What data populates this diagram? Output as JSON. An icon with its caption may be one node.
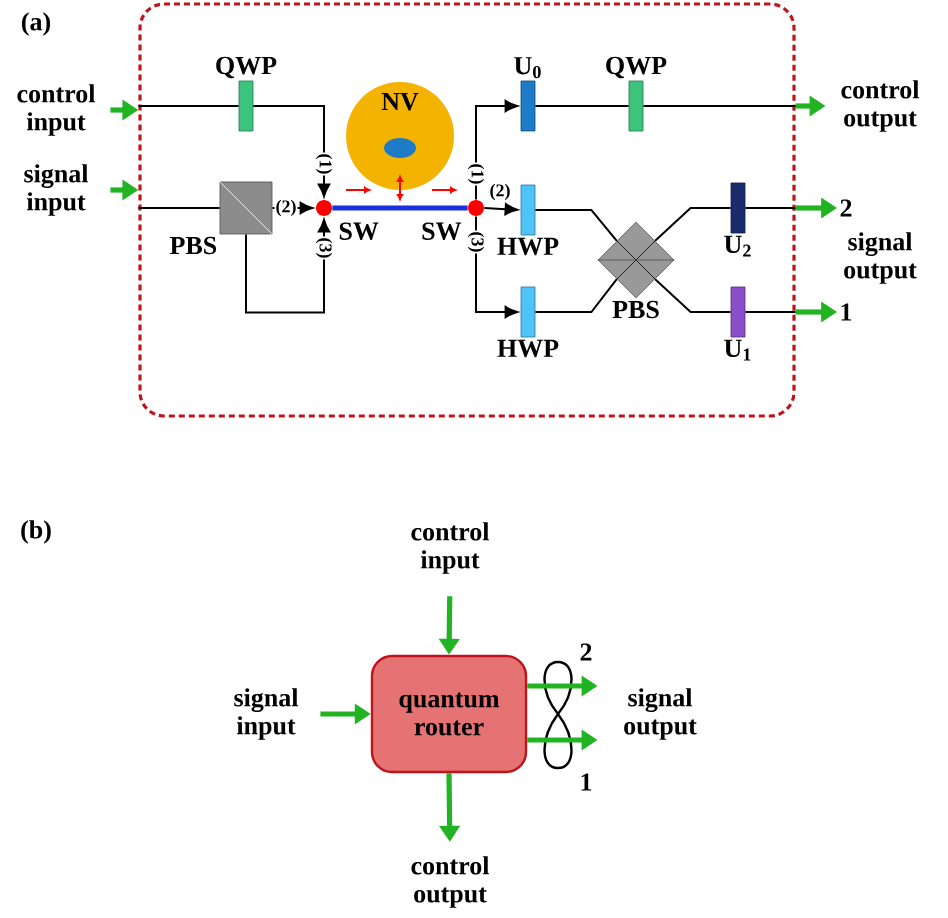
{
  "diagram": {
    "nodes": [
      {
        "text": [
          "control input"
        ]
      },
      {
        "text": [
          "signal input"
        ]
      },
      {
        "text": [],
        "shape": "box"
      },
      {
        "text": [
          "QWP"
        ],
        "in": 2
      },
      {
        "text": [
          "PBS"
        ],
        "in": 2
      },
      {
        "text": [
          "SW"
        ],
        "in": 2
      },
      {
        "text": [
          "NV"
        ],
        "in": 2
      },
      {
        "text": [
          "SW"
        ],
        "in": 2
      },
      {
        "text": [
          "U$_{0}$"
        ],
        "in": 2
      },
      {
        "text": [
          "QWP"
        ],
        "in": 2
      },
      {
        "text": [
          "HWP"
        ],
        "in": 2
      },
      {
        "text": [
          "HWP"
        ],
        "in": 2
      },
      {
        "text": [
          "PBS"
        ],
        "in": 2
      },
      {
        "text": [
          "U$_{2}$"
        ],
        "in": 2
      },
      {
        "text": [
          "U$_{1}$"
        ],
        "in": 2
      },
      {
        "text": [
          "control output"
        ]
      },
      {
        "text": [
          "2"
        ]
      },
      {
        "text": [
          "1"
        ]
      },
      {
        "text": [
          "control input"
        ]
      },
      {
        "text": [
          "signal input"
        ]
      },
      {
        "text": [
          "quantum router"
        ]
      },
      {
        "text": [
          "signal output"
        ]
      },
      {
        "text": [
          "control output"
        ]
      }
    ],
    "edges": [
      {
        "from": 0,
        "to": 2,
        "arrow": "to",
        "style": "thick",
        "color": "#22b322"
      },
      {
        "from": 1,
        "to": 2,
        "arrow": "to",
        "style": "thick",
        "color": "#22b322"
      },
      {
        "from": 2,
        "to": 3,
        "arrow": "none"
      },
      {
        "from": 3,
        "to": 5,
        "arrow": "to",
        "label": "(1)"
      },
      {
        "from": 2,
        "to": 4,
        "arrow": "none"
      },
      {
        "from": 4,
        "to": 5,
        "arrow": "to",
        "label": "(2)"
      },
      {
        "from": 4,
        "to": 5,
        "arrow": "to",
        "label": "(3)"
      },
      {
        "from": 5,
        "to": 7,
        "arrow": "none",
        "style": "thick",
        "color": "#1a2fe0"
      },
      {
        "from": 7,
        "to": 8,
        "arrow": "to",
        "label": "(1)"
      },
      {
        "from": 7,
        "to": 10,
        "arrow": "to",
        "label": "(2)"
      },
      {
        "from": 7,
        "to": 11,
        "arrow": "to",
        "label": "(3)"
      },
      {
        "from": 8,
        "to": 9,
        "arrow": "none"
      },
      {
        "from": 9,
        "to": 2,
        "arrow": "none"
      },
      {
        "from": 10,
        "to": 12,
        "arrow": "none"
      },
      {
        "from": 11,
        "to": 12,
        "arrow": "none"
      },
      {
        "from": 12,
        "to": 13,
        "arrow": "none"
      },
      {
        "from": 12,
        "to": 14,
        "arrow": "none"
      },
      {
        "from": 13,
        "to": 2,
        "arrow": "none"
      },
      {
        "from": 14,
        "to": 2,
        "arrow": "none"
      },
      {
        "from": 2,
        "to": 15,
        "arrow": "to",
        "style": "thick",
        "color": "#22b322"
      },
      {
        "from": 2,
        "to": 16,
        "arrow": "to",
        "style": "thick",
        "color": "#22b322"
      },
      {
        "from": 2,
        "to": 17,
        "arrow": "to",
        "style": "thick",
        "color": "#22b322"
      },
      {
        "from": 18,
        "to": 20,
        "arrow": "to",
        "style": "thick",
        "color": "#22b322"
      },
      {
        "from": 19,
        "to": 20,
        "arrow": "to",
        "style": "thick",
        "color": "#22b322"
      },
      {
        "from": 20,
        "to": 21,
        "arrow": "to",
        "style": "thick",
        "color": "#22b322",
        "label": "2"
      },
      {
        "from": 20,
        "to": 21,
        "arrow": "to",
        "style": "thick",
        "color": "#22b322",
        "label": "1"
      },
      {
        "from": 20,
        "to": 22,
        "arrow": "to",
        "style": "thick",
        "color": "#22b322"
      }
    ],
    "labels": [
      "(a)",
      "signal output",
      "(b)"
    ]
  }
}
